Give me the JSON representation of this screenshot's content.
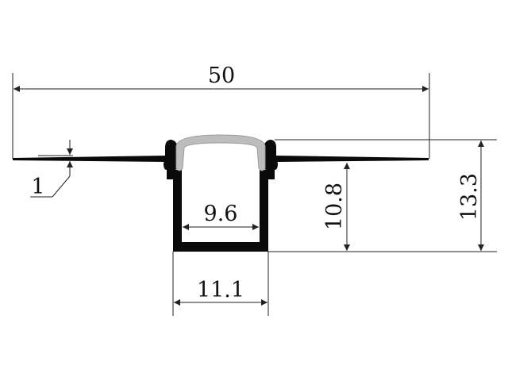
{
  "diagram": {
    "subject": "recessed aluminium LED profile with diffuser, cross-section",
    "dimensions": {
      "total_width": "50",
      "flange_thickness": "1",
      "inner_width": "9.6",
      "outer_width": "11.1",
      "channel_depth": "10.8",
      "total_height": "13.3"
    },
    "colors": {
      "profile": "#0a0a0a",
      "diffuser": "#bdbdbd",
      "lines": "#222222",
      "background": "#ffffff"
    }
  }
}
